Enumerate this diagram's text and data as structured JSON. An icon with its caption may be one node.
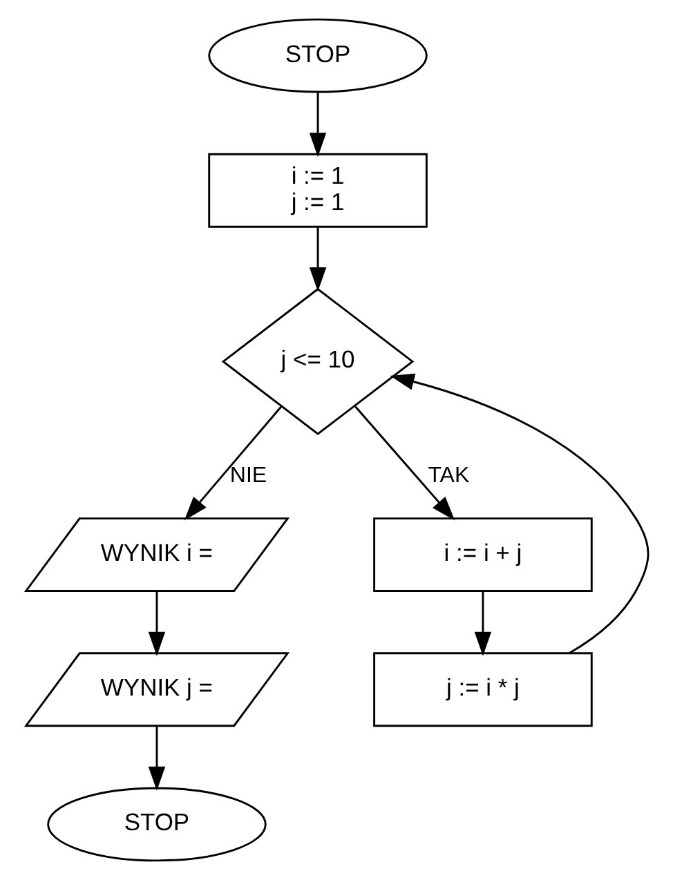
{
  "diagram": {
    "nodes": [
      {
        "text": [
          "STOP"
        ]
      },
      {
        "text": [
          "i := 1",
          "j := 1"
        ]
      },
      {
        "text": [
          "j <= 10"
        ]
      },
      {
        "text": [
          "WYNIK i ="
        ]
      },
      {
        "text": [
          "WYNIK j ="
        ]
      },
      {
        "text": [
          "i := i + j"
        ]
      },
      {
        "text": [
          "STOP"
        ]
      },
      {
        "text": [
          "j := i * j"
        ]
      }
    ],
    "edges": [
      {
        "from": 0,
        "to": 1,
        "arrow": "to"
      },
      {
        "from": 1,
        "to": 2,
        "arrow": "to"
      },
      {
        "from": 2,
        "to": 3,
        "label": "NIE",
        "arrow": "to"
      },
      {
        "from": 3,
        "to": 4,
        "arrow": "to"
      },
      {
        "from": 2,
        "to": 5,
        "label": "TAK",
        "arrow": "to"
      },
      {
        "from": 5,
        "to": 7,
        "arrow": "to"
      },
      {
        "from": 4,
        "to": 6,
        "arrow": "to"
      },
      {
        "from": 7,
        "to": 2,
        "arrow": "to"
      }
    ]
  }
}
